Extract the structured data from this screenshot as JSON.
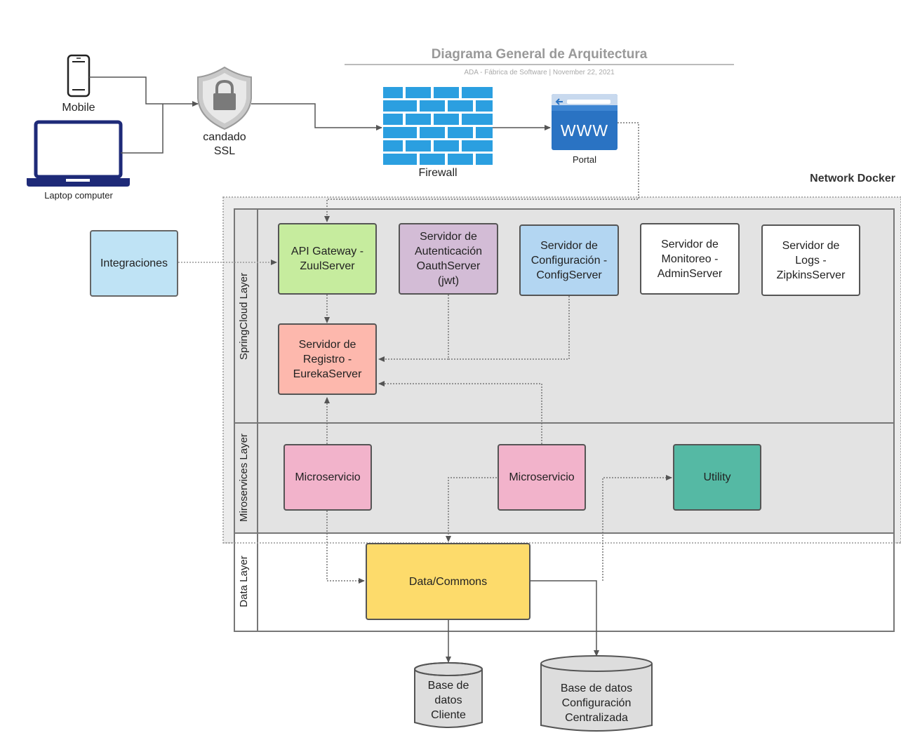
{
  "header": {
    "title": "Diagrama General de Arquitectura",
    "subtitle": "ADA - Fábrica de Software  |  November 22, 2021"
  },
  "clients": {
    "mobile": "Mobile",
    "laptop": "Laptop computer",
    "ssl": "candado\nSSL",
    "firewall": "Firewall",
    "portal": "Portal",
    "portal_badge": "WWW"
  },
  "network": {
    "title": "Network Docker"
  },
  "layers": {
    "springcloud": "SpringCloud Layer",
    "microservices": "Miroservices Layer",
    "data": "Data Layer"
  },
  "nodes": {
    "integraciones": "Integraciones",
    "gateway": "API Gateway -\nZuulServer",
    "auth": "Servidor de\nAutenticación\nOauthServer\n(jwt)",
    "config": "Servidor de\nConfiguración -\nConfigServer",
    "monitor": "Servidor de\nMonitoreo -\nAdminServer",
    "logs": "Servidor de\nLogs -\nZipkinsServer",
    "registry": "Servidor de\nRegistro -\nEurekaServer",
    "micro1": "Microservicio",
    "micro2": "Microservicio",
    "utility": "Utility",
    "data": "Data/Commons",
    "db_client": "Base de\ndatos\nCliente",
    "db_config": "Base de datos\nConfiguración\nCentralizada"
  },
  "colors": {
    "integraciones": "#bfe3f5",
    "gateway": "#c6ec9e",
    "auth": "#d3bcd6",
    "config": "#b3d6f2",
    "plain": "#ffffff",
    "registry": "#fdb8ad",
    "micro": "#f2b3cb",
    "utility": "#55b9a4",
    "data": "#fddb6b",
    "firewall": "#2b9fe0",
    "portal": "#2a73c3",
    "layer_bg": "#e3e3e3",
    "cylinder": "#dddddd"
  }
}
